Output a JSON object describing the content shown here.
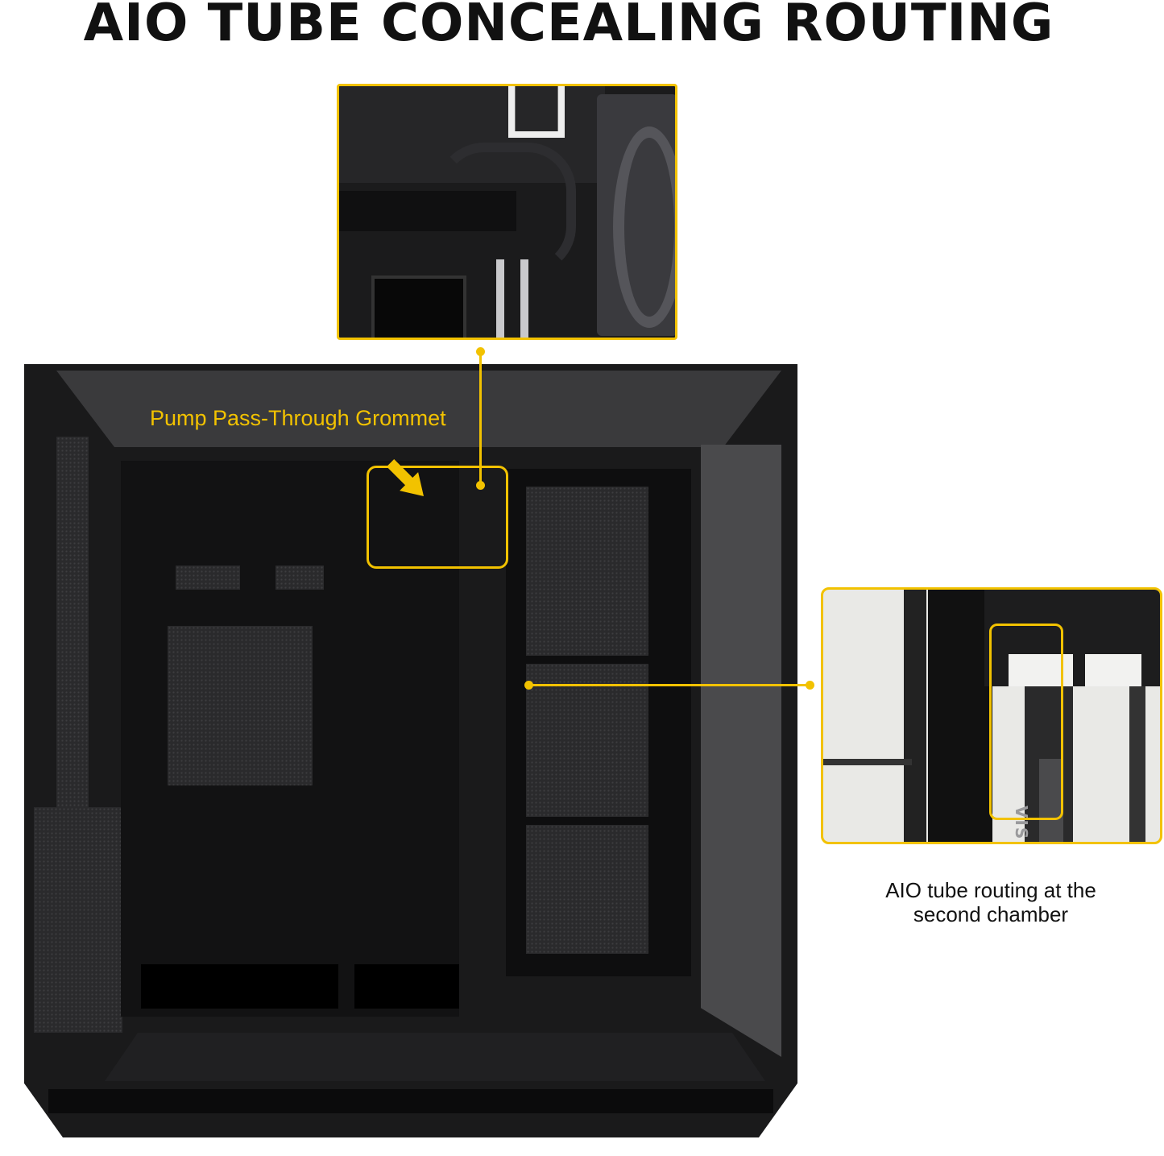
{
  "title": "AIO TUBE CONCEALING ROUTING",
  "callouts": {
    "grommet_label": "Pump Pass-Through Grommet",
    "second_chamber_caption_line1": "AIO tube routing at the",
    "second_chamber_caption_line2": "second chamber"
  },
  "colors": {
    "accent": "#f2c200",
    "case": "#161617"
  },
  "photo_lettering": [
    "VISION"
  ]
}
